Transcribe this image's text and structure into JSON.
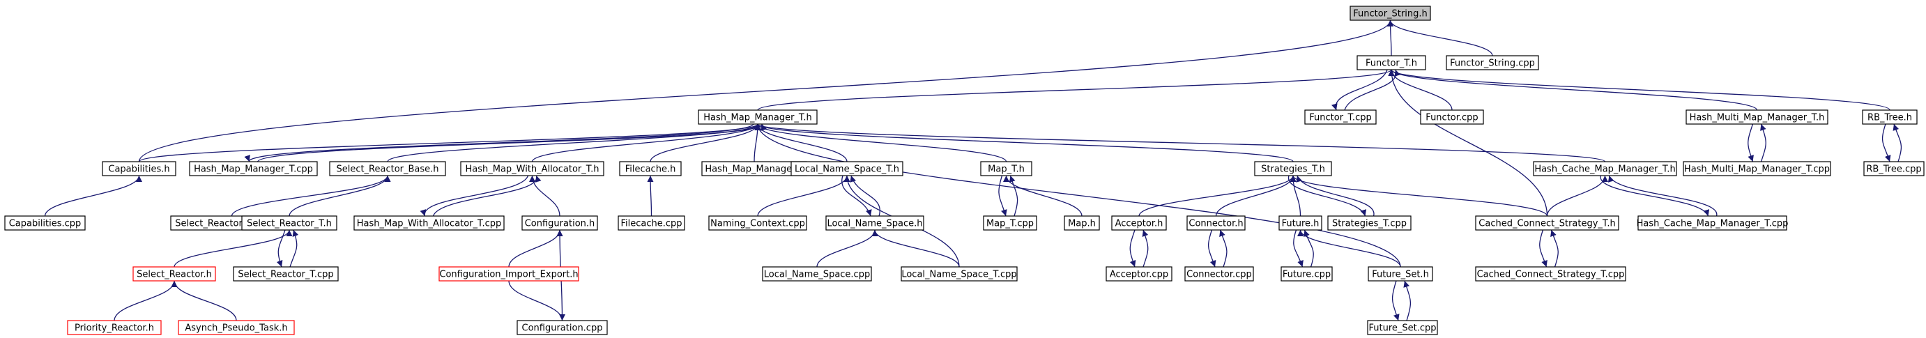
{
  "colors": {
    "edge": "#191970",
    "node_border": "#000000",
    "node_border_warning": "#ff0000",
    "highlight_fill": "#bfbfbf"
  },
  "nodes": [
    {
      "id": "functor_string_h",
      "label": "Functor_String.h",
      "style": "highlight"
    },
    {
      "id": "functor_t_h",
      "label": "Functor_T.h"
    },
    {
      "id": "functor_string_cpp",
      "label": "Functor_String.cpp"
    },
    {
      "id": "hash_map_manager_t_h",
      "label": "Hash_Map_Manager_T.h"
    },
    {
      "id": "functor_t_cpp",
      "label": "Functor_T.cpp"
    },
    {
      "id": "functor_cpp",
      "label": "Functor.cpp"
    },
    {
      "id": "hash_multi_map_manager_t_h",
      "label": "Hash_Multi_Map_Manager_T.h"
    },
    {
      "id": "rb_tree_h",
      "label": "RB_Tree.h"
    },
    {
      "id": "capabilities_h",
      "label": "Capabilities.h"
    },
    {
      "id": "hash_map_manager_t_cpp",
      "label": "Hash_Map_Manager_T.cpp"
    },
    {
      "id": "select_reactor_base_h",
      "label": "Select_Reactor_Base.h"
    },
    {
      "id": "hash_map_with_allocator_t_h",
      "label": "Hash_Map_With_Allocator_T.h"
    },
    {
      "id": "filecache_h",
      "label": "Filecache.h"
    },
    {
      "id": "hash_map_manager_h",
      "label": "Hash_Map_Manager.h"
    },
    {
      "id": "local_name_space_t_h",
      "label": "Local_Name_Space_T.h"
    },
    {
      "id": "map_t_h",
      "label": "Map_T.h"
    },
    {
      "id": "strategies_t_h",
      "label": "Strategies_T.h"
    },
    {
      "id": "hash_cache_map_manager_t_h",
      "label": "Hash_Cache_Map_Manager_T.h"
    },
    {
      "id": "hash_multi_map_manager_t_cpp",
      "label": "Hash_Multi_Map_Manager_T.cpp"
    },
    {
      "id": "rb_tree_cpp",
      "label": "RB_Tree.cpp"
    },
    {
      "id": "capabilities_cpp",
      "label": "Capabilities.cpp"
    },
    {
      "id": "select_reactor_base_cpp",
      "label": "Select_Reactor_Base.cpp"
    },
    {
      "id": "select_reactor_t_h",
      "label": "Select_Reactor_T.h"
    },
    {
      "id": "hash_map_with_allocator_t_cpp",
      "label": "Hash_Map_With_Allocator_T.cpp"
    },
    {
      "id": "configuration_h",
      "label": "Configuration.h"
    },
    {
      "id": "filecache_cpp",
      "label": "Filecache.cpp"
    },
    {
      "id": "naming_context_cpp",
      "label": "Naming_Context.cpp"
    },
    {
      "id": "local_name_space_h",
      "label": "Local_Name_Space.h"
    },
    {
      "id": "map_t_cpp",
      "label": "Map_T.cpp"
    },
    {
      "id": "map_h",
      "label": "Map.h"
    },
    {
      "id": "acceptor_h",
      "label": "Acceptor.h"
    },
    {
      "id": "connector_h",
      "label": "Connector.h"
    },
    {
      "id": "future_h",
      "label": "Future.h"
    },
    {
      "id": "strategies_t_cpp",
      "label": "Strategies_T.cpp"
    },
    {
      "id": "cached_connect_strategy_t_h",
      "label": "Cached_Connect_Strategy_T.h"
    },
    {
      "id": "hash_cache_map_manager_t_cpp",
      "label": "Hash_Cache_Map_Manager_T.cpp"
    },
    {
      "id": "select_reactor_h",
      "label": "Select_Reactor.h",
      "style": "red"
    },
    {
      "id": "select_reactor_t_cpp",
      "label": "Select_Reactor_T.cpp"
    },
    {
      "id": "configuration_import_export_h",
      "label": "Configuration_Import_Export.h",
      "style": "red"
    },
    {
      "id": "local_name_space_cpp",
      "label": "Local_Name_Space.cpp"
    },
    {
      "id": "local_name_space_t_cpp",
      "label": "Local_Name_Space_T.cpp"
    },
    {
      "id": "acceptor_cpp",
      "label": "Acceptor.cpp"
    },
    {
      "id": "connector_cpp",
      "label": "Connector.cpp"
    },
    {
      "id": "future_cpp",
      "label": "Future.cpp"
    },
    {
      "id": "future_set_h",
      "label": "Future_Set.h"
    },
    {
      "id": "cached_connect_strategy_t_cpp",
      "label": "Cached_Connect_Strategy_T.cpp"
    },
    {
      "id": "priority_reactor_h",
      "label": "Priority_Reactor.h",
      "style": "red"
    },
    {
      "id": "asynch_pseudo_task_h",
      "label": "Asynch_Pseudo_Task.h",
      "style": "red"
    },
    {
      "id": "configuration_cpp",
      "label": "Configuration.cpp"
    },
    {
      "id": "future_set_cpp",
      "label": "Future_Set.cpp"
    }
  ],
  "edges": [
    {
      "from": "functor_t_h",
      "to": "functor_string_h"
    },
    {
      "from": "functor_string_cpp",
      "to": "functor_string_h"
    },
    {
      "from": "capabilities_h",
      "to": "functor_string_h"
    },
    {
      "from": "hash_map_manager_t_h",
      "to": "functor_t_h"
    },
    {
      "from": "functor_t_cpp",
      "to": "functor_t_h"
    },
    {
      "from": "functor_t_h",
      "to": "functor_t_cpp"
    },
    {
      "from": "functor_cpp",
      "to": "functor_t_h"
    },
    {
      "from": "hash_multi_map_manager_t_h",
      "to": "functor_t_h"
    },
    {
      "from": "rb_tree_h",
      "to": "functor_t_h"
    },
    {
      "from": "cached_connect_strategy_t_h",
      "to": "functor_t_h"
    },
    {
      "from": "capabilities_h",
      "to": "hash_map_manager_t_h"
    },
    {
      "from": "hash_map_manager_t_cpp",
      "to": "hash_map_manager_t_h"
    },
    {
      "from": "hash_map_manager_t_h",
      "to": "hash_map_manager_t_cpp"
    },
    {
      "from": "select_reactor_base_h",
      "to": "hash_map_manager_t_h"
    },
    {
      "from": "hash_map_with_allocator_t_h",
      "to": "hash_map_manager_t_h"
    },
    {
      "from": "filecache_h",
      "to": "hash_map_manager_t_h"
    },
    {
      "from": "hash_map_manager_h",
      "to": "hash_map_manager_t_h"
    },
    {
      "from": "local_name_space_t_h",
      "to": "hash_map_manager_t_h"
    },
    {
      "from": "map_t_h",
      "to": "hash_map_manager_t_h"
    },
    {
      "from": "strategies_t_h",
      "to": "hash_map_manager_t_h"
    },
    {
      "from": "hash_cache_map_manager_t_h",
      "to": "hash_map_manager_t_h"
    },
    {
      "from": "future_set_h",
      "to": "hash_map_manager_t_h"
    },
    {
      "from": "hash_multi_map_manager_t_cpp",
      "to": "hash_multi_map_manager_t_h"
    },
    {
      "from": "hash_multi_map_manager_t_h",
      "to": "hash_multi_map_manager_t_cpp"
    },
    {
      "from": "rb_tree_cpp",
      "to": "rb_tree_h"
    },
    {
      "from": "rb_tree_h",
      "to": "rb_tree_cpp"
    },
    {
      "from": "capabilities_cpp",
      "to": "capabilities_h"
    },
    {
      "from": "select_reactor_base_cpp",
      "to": "select_reactor_base_h"
    },
    {
      "from": "select_reactor_t_h",
      "to": "select_reactor_base_h"
    },
    {
      "from": "hash_map_with_allocator_t_cpp",
      "to": "hash_map_with_allocator_t_h"
    },
    {
      "from": "hash_map_with_allocator_t_h",
      "to": "hash_map_with_allocator_t_cpp"
    },
    {
      "from": "configuration_h",
      "to": "hash_map_with_allocator_t_h"
    },
    {
      "from": "filecache_cpp",
      "to": "filecache_h"
    },
    {
      "from": "naming_context_cpp",
      "to": "local_name_space_t_h"
    },
    {
      "from": "local_name_space_h",
      "to": "local_name_space_t_h"
    },
    {
      "from": "local_name_space_t_h",
      "to": "local_name_space_h"
    },
    {
      "from": "local_name_space_t_cpp",
      "to": "local_name_space_t_h"
    },
    {
      "from": "map_t_cpp",
      "to": "map_t_h"
    },
    {
      "from": "map_t_h",
      "to": "map_t_cpp"
    },
    {
      "from": "map_h",
      "to": "map_t_h"
    },
    {
      "from": "acceptor_h",
      "to": "strategies_t_h"
    },
    {
      "from": "connector_h",
      "to": "strategies_t_h"
    },
    {
      "from": "future_h",
      "to": "strategies_t_h"
    },
    {
      "from": "strategies_t_cpp",
      "to": "strategies_t_h"
    },
    {
      "from": "strategies_t_h",
      "to": "strategies_t_cpp"
    },
    {
      "from": "cached_connect_strategy_t_h",
      "to": "strategies_t_h"
    },
    {
      "from": "cached_connect_strategy_t_h",
      "to": "hash_cache_map_manager_t_h"
    },
    {
      "from": "hash_cache_map_manager_t_cpp",
      "to": "hash_cache_map_manager_t_h"
    },
    {
      "from": "hash_cache_map_manager_t_h",
      "to": "hash_cache_map_manager_t_cpp"
    },
    {
      "from": "select_reactor_h",
      "to": "select_reactor_t_h"
    },
    {
      "from": "select_reactor_t_cpp",
      "to": "select_reactor_t_h"
    },
    {
      "from": "select_reactor_t_h",
      "to": "select_reactor_t_cpp"
    },
    {
      "from": "configuration_import_export_h",
      "to": "configuration_h"
    },
    {
      "from": "configuration_cpp",
      "to": "configuration_h"
    },
    {
      "from": "local_name_space_cpp",
      "to": "local_name_space_h"
    },
    {
      "from": "local_name_space_t_cpp",
      "to": "local_name_space_h"
    },
    {
      "from": "acceptor_cpp",
      "to": "acceptor_h"
    },
    {
      "from": "acceptor_h",
      "to": "acceptor_cpp"
    },
    {
      "from": "connector_cpp",
      "to": "connector_h"
    },
    {
      "from": "connector_h",
      "to": "connector_cpp"
    },
    {
      "from": "future_cpp",
      "to": "future_h"
    },
    {
      "from": "future_h",
      "to": "future_cpp"
    },
    {
      "from": "future_set_h",
      "to": "future_h"
    },
    {
      "from": "cached_connect_strategy_t_cpp",
      "to": "cached_connect_strategy_t_h"
    },
    {
      "from": "cached_connect_strategy_t_h",
      "to": "cached_connect_strategy_t_cpp"
    },
    {
      "from": "priority_reactor_h",
      "to": "select_reactor_h"
    },
    {
      "from": "asynch_pseudo_task_h",
      "to": "select_reactor_h"
    },
    {
      "from": "configuration_import_export_h",
      "to": "configuration_cpp"
    },
    {
      "from": "future_set_cpp",
      "to": "future_set_h"
    },
    {
      "from": "future_set_h",
      "to": "future_set_cpp"
    }
  ]
}
